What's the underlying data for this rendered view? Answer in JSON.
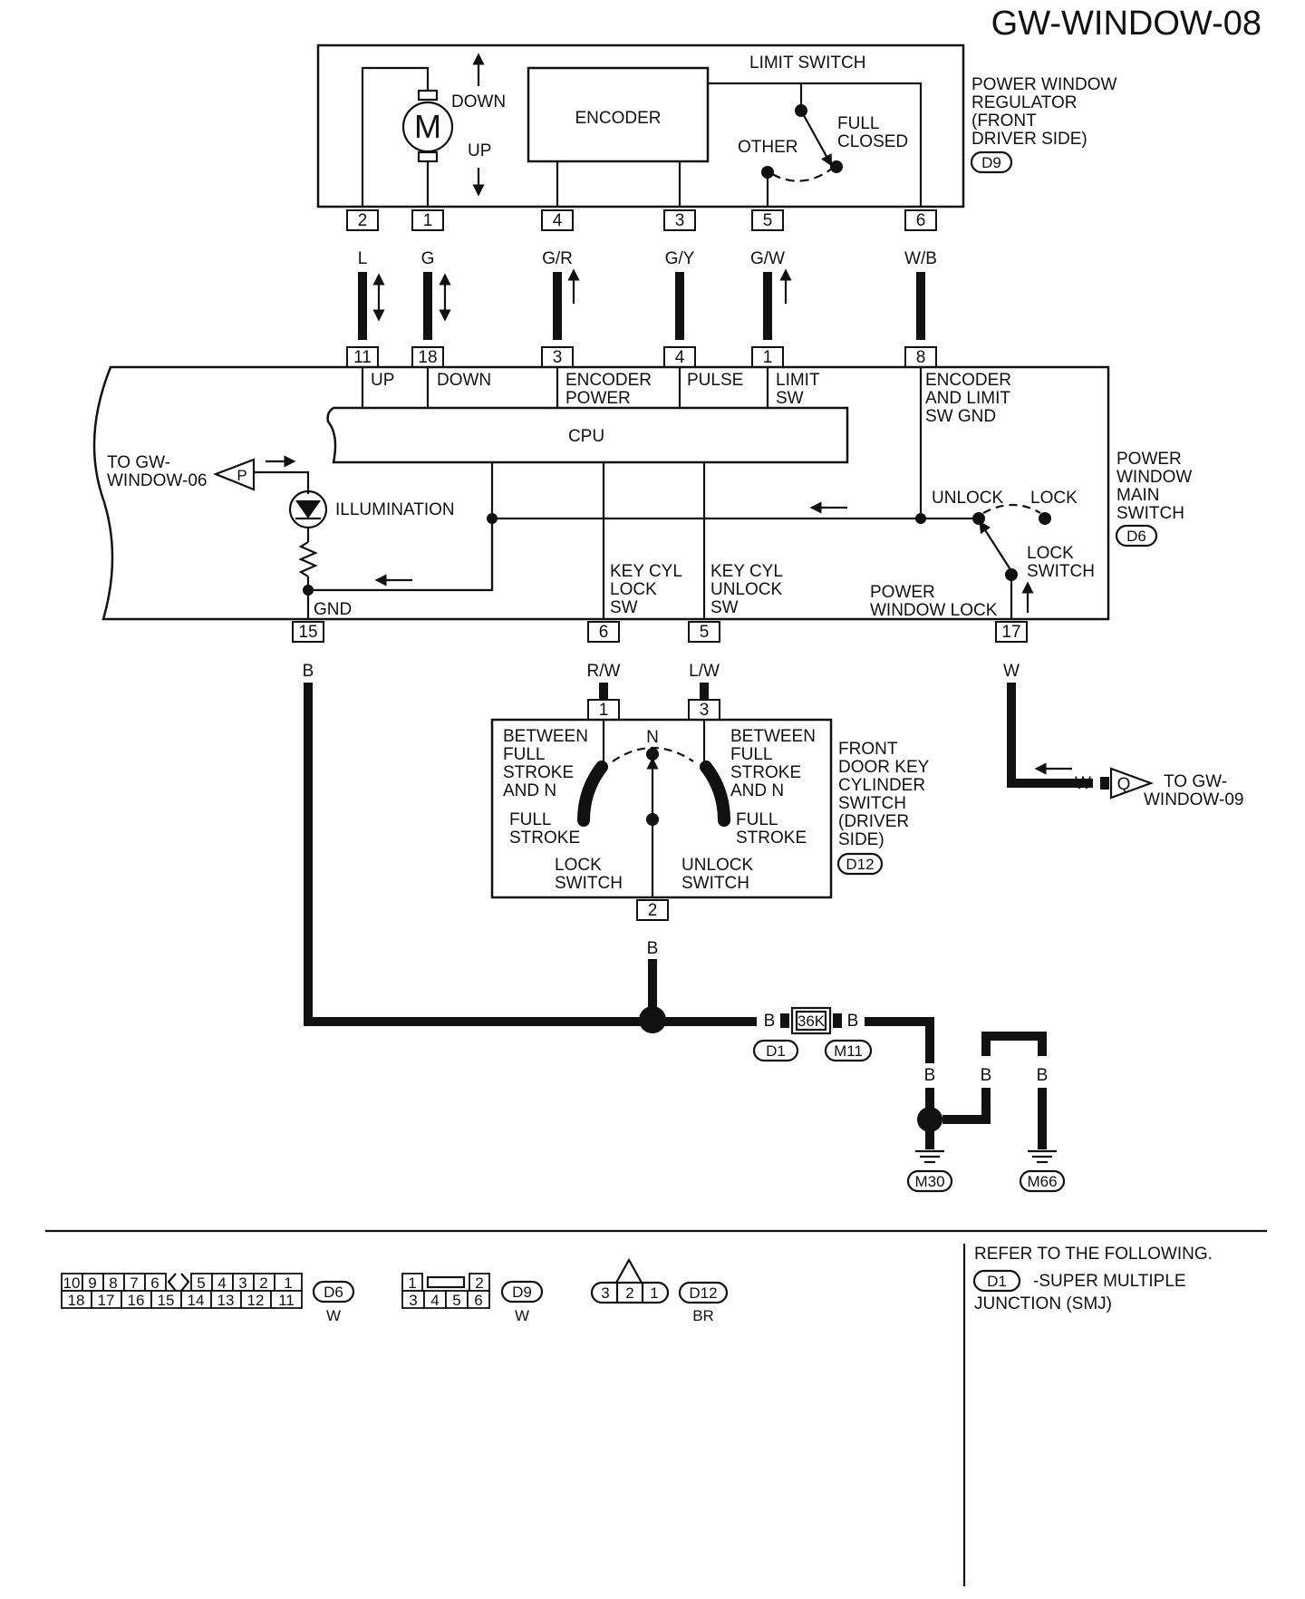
{
  "page_id": "GW-WINDOW-08",
  "regulator": {
    "name_lines": [
      "POWER WINDOW",
      "REGULATOR",
      "(FRONT",
      " DRIVER SIDE)"
    ],
    "connector": "D9",
    "motor_symbol": "M",
    "down": "DOWN",
    "up": "UP",
    "encoder": "ENCODER",
    "limit_switch": "LIMIT SWITCH",
    "other": "OTHER",
    "full_closed": [
      "FULL",
      "CLOSED"
    ],
    "pins": [
      "2",
      "1",
      "4",
      "3",
      "5",
      "6"
    ],
    "wire_colors": [
      "L",
      "G",
      "G/R",
      "G/Y",
      "G/W",
      "W/B"
    ]
  },
  "main_switch": {
    "name_lines": [
      "POWER",
      "WINDOW",
      "MAIN",
      "SWITCH"
    ],
    "connector": "D6",
    "top_pins": [
      "11",
      "18",
      "3",
      "4",
      "1",
      "8"
    ],
    "top_labels": [
      [
        "UP"
      ],
      [
        "DOWN"
      ],
      [
        "ENCODER",
        "POWER"
      ],
      [
        "PULSE"
      ],
      [
        "LIMIT",
        "SW"
      ],
      [
        "ENCODER",
        "AND LIMIT",
        "SW GND"
      ]
    ],
    "cpu": "CPU",
    "to_window_06": [
      "TO GW-",
      "WINDOW-06"
    ],
    "p_connector": "P",
    "illumination": "ILLUMINATION",
    "gnd": "GND",
    "unlock": "UNLOCK",
    "lock": "LOCK",
    "lock_switch": [
      "LOCK",
      "SWITCH"
    ],
    "key_cyl_lock": [
      "KEY CYL",
      "LOCK",
      "SW"
    ],
    "key_cyl_unlock": [
      "KEY CYL",
      "UNLOCK",
      "SW"
    ],
    "power_window_lock": [
      "POWER",
      "WINDOW LOCK"
    ],
    "bottom_pins": [
      "15",
      "6",
      "5",
      "17"
    ],
    "bottom_wire_colors": [
      "B",
      "R/W",
      "L/W",
      "W"
    ]
  },
  "key_cylinder": {
    "name_lines": [
      "FRONT",
      "DOOR KEY",
      "CYLINDER",
      "SWITCH",
      "(DRIVER",
      " SIDE)"
    ],
    "connector": "D12",
    "pins": [
      "1",
      "3",
      "2"
    ],
    "between_left": [
      "BETWEEN",
      "FULL",
      "STROKE",
      "AND N"
    ],
    "between_right": [
      "BETWEEN",
      "FULL",
      "STROKE",
      "AND N"
    ],
    "neutral": "N",
    "full_stroke_left": [
      "FULL",
      "STROKE"
    ],
    "full_stroke_right": [
      "FULL",
      "STROKE"
    ],
    "lock_switch": [
      "LOCK",
      "SWITCH"
    ],
    "unlock_switch": [
      "UNLOCK",
      "SWITCH"
    ],
    "bottom_wire_color": "B"
  },
  "q_connector": {
    "wire_color": "W",
    "letter": "Q",
    "to_window_09": [
      "TO GW-",
      "WINDOW-09"
    ]
  },
  "ground": {
    "joint_connector": "36K",
    "joint_left": "D1",
    "joint_right": "M11",
    "wire_colors": [
      "B",
      "B",
      "B",
      "B",
      "B"
    ],
    "grounds": [
      "M30",
      "M66"
    ]
  },
  "legend": {
    "d6_top": [
      "10",
      "9",
      "8",
      "7",
      "6",
      "5",
      "4",
      "3",
      "2",
      "1"
    ],
    "d6_bottom": [
      "18",
      "17",
      "16",
      "15",
      "14",
      "13",
      "12",
      "11"
    ],
    "d6_label": "D6",
    "d6_color": "W",
    "d9_top": [
      "1",
      "2"
    ],
    "d9_bottom": [
      "3",
      "4",
      "5",
      "6"
    ],
    "d9_label": "D9",
    "d9_color": "W",
    "d12_pins": [
      "3",
      "2",
      "1"
    ],
    "d12_label": "D12",
    "d12_color": "BR",
    "refer": "REFER TO THE FOLLOWING.",
    "refer_connector": "D1",
    "refer_text": "-SUPER MULTIPLE",
    "refer_text2": "JUNCTION (SMJ)"
  }
}
